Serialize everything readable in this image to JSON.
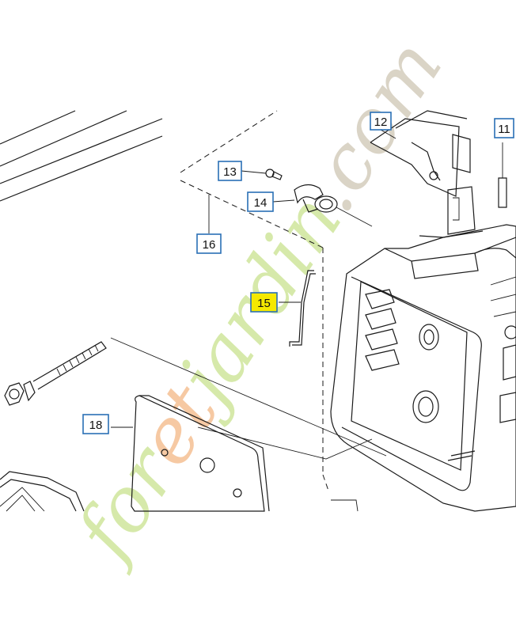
{
  "callouts": [
    {
      "id": "11",
      "label": "11",
      "highlight": false
    },
    {
      "id": "12",
      "label": "12",
      "highlight": false
    },
    {
      "id": "13",
      "label": "13",
      "highlight": false
    },
    {
      "id": "14",
      "label": "14",
      "highlight": false
    },
    {
      "id": "15",
      "label": "15",
      "highlight": true
    },
    {
      "id": "16",
      "label": "16",
      "highlight": false
    },
    {
      "id": "18",
      "label": "18",
      "highlight": false
    }
  ],
  "colors": {
    "box_border": "#2a6fb5",
    "box_fill": "#ffffff",
    "highlight_fill": "#f5e900",
    "line": "#1a1a1a",
    "watermark_green": "#d4e8a6",
    "watermark_orange": "#f6c79f",
    "watermark_gray": "#d9d2c4"
  },
  "watermark": {
    "text": "foretjardin.com"
  }
}
